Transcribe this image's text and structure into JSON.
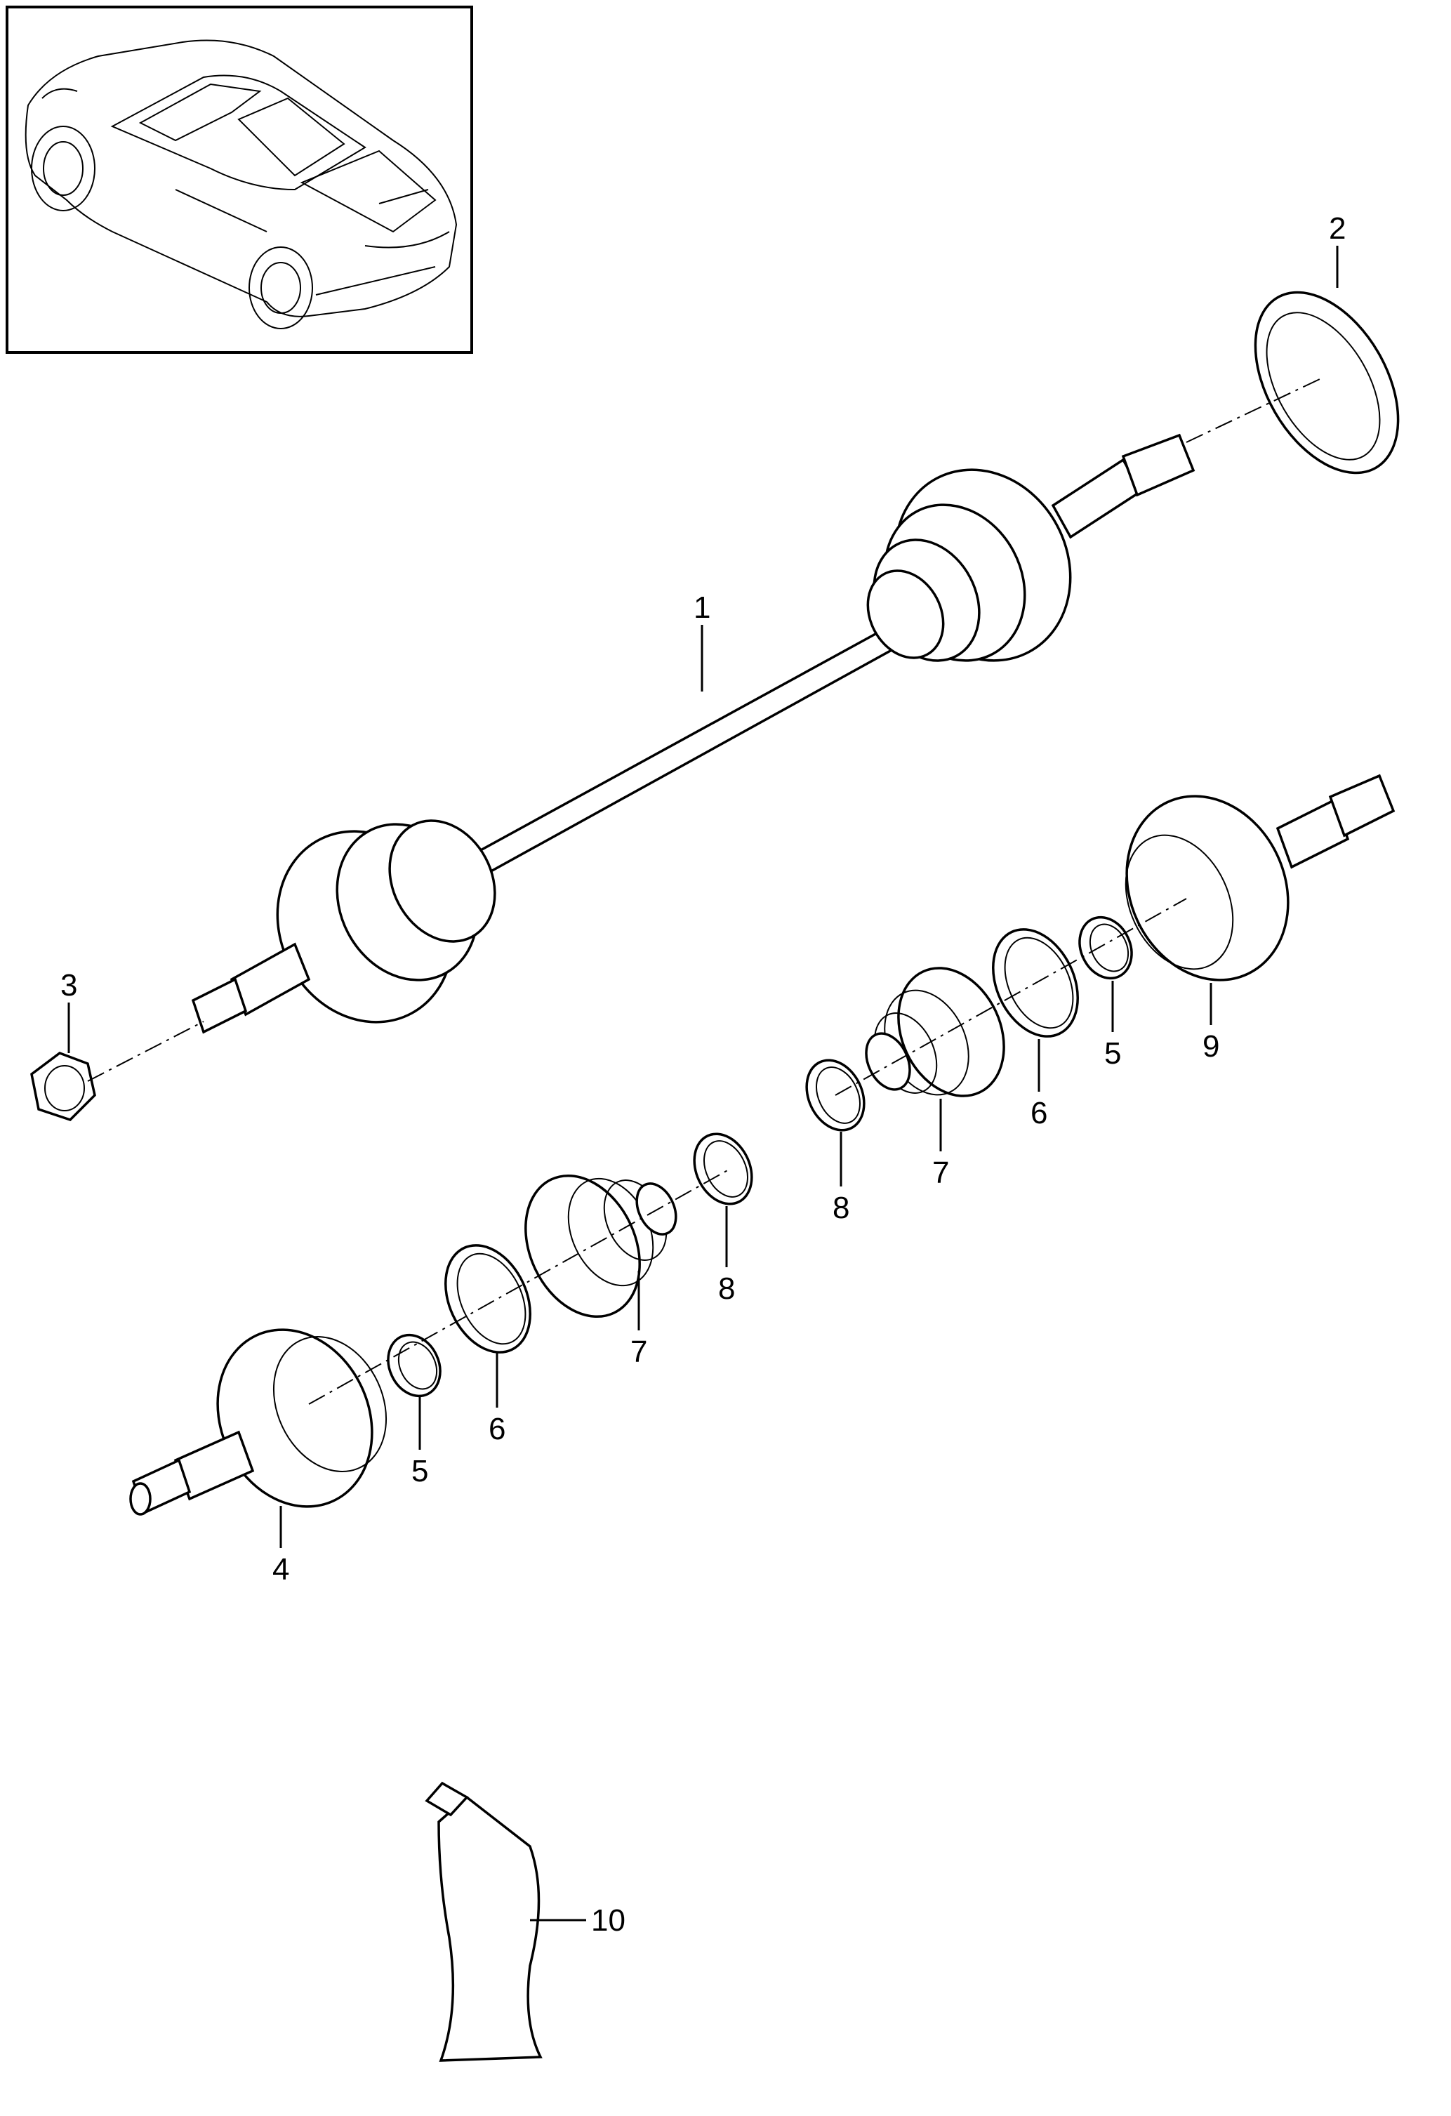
{
  "callouts": {
    "c1": "1",
    "c2": "2",
    "c3": "3",
    "c4": "4",
    "c5a": "5",
    "c5b": "5",
    "c6a": "6",
    "c6b": "6",
    "c7a": "7",
    "c7b": "7",
    "c8a": "8",
    "c8b": "8",
    "c9": "9",
    "c10": "10"
  },
  "colors": {
    "line": "#000000",
    "background": "#ffffff"
  }
}
